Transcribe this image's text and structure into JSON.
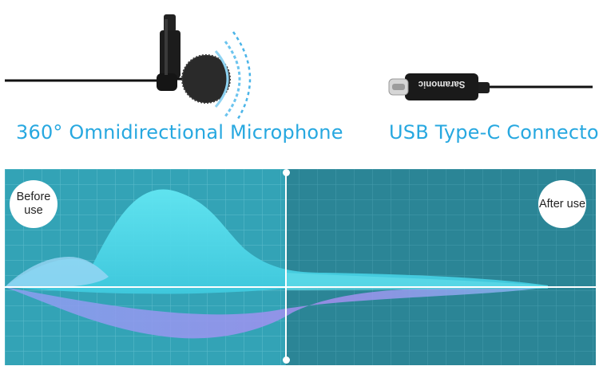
{
  "product": {
    "brand_text": "Saramonic",
    "feature_left": "360° Omnidirectional Microphone",
    "feature_right": "USB Type-C Connector"
  },
  "comparison": {
    "before_label": "Before use",
    "after_label": "After use",
    "before_bg": "#2f9fb4",
    "after_bg": "#2a7f90"
  },
  "icons": [
    "lavalier-microphone-icon",
    "sound-waves-icon",
    "usb-c-plug-icon"
  ]
}
